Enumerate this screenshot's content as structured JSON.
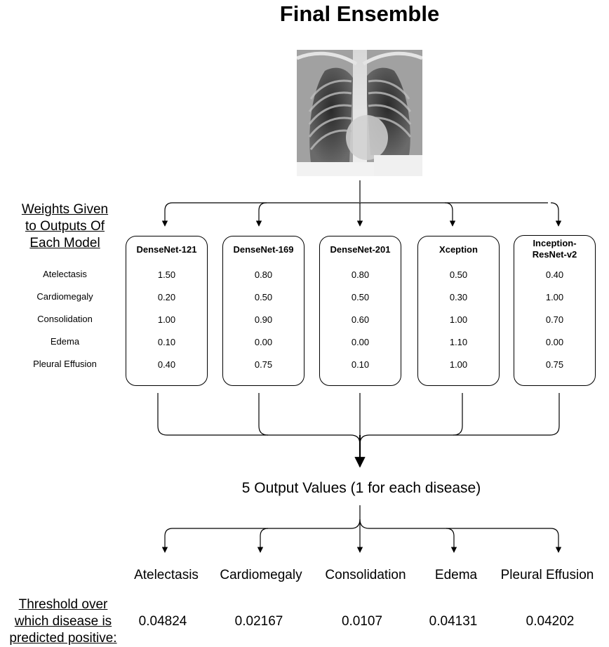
{
  "title": "Final Ensemble",
  "weights_label": [
    "Weights Given",
    "to Outputs Of",
    "Each Model"
  ],
  "row_labels": [
    "Atelectasis",
    "Cardiomegaly",
    "Consolidation",
    "Edema",
    "Pleural Effusion"
  ],
  "models": [
    {
      "name": "DenseNet-121",
      "weights": [
        "1.50",
        "0.20",
        "1.00",
        "0.10",
        "0.40"
      ]
    },
    {
      "name": "DenseNet-169",
      "weights": [
        "0.80",
        "0.50",
        "0.90",
        "0.00",
        "0.75"
      ]
    },
    {
      "name": "DenseNet-201",
      "weights": [
        "0.80",
        "0.50",
        "0.60",
        "0.00",
        "0.10"
      ]
    },
    {
      "name": "Xception",
      "weights": [
        "0.50",
        "0.30",
        "1.00",
        "1.10",
        "1.00"
      ]
    },
    {
      "name": "Inception-ResNet-v2",
      "name_lines": [
        "Inception-",
        "ResNet-v2"
      ],
      "weights": [
        "0.40",
        "1.00",
        "0.70",
        "0.00",
        "0.75"
      ]
    }
  ],
  "output_label": "5 Output Values (1 for each disease)",
  "diseases": [
    "Atelectasis",
    "Cardiomegaly",
    "Consolidation",
    "Edema",
    "Pleural Effusion"
  ],
  "threshold_label": [
    "Threshold over",
    "which disease is",
    "predicted positive:"
  ],
  "thresholds": [
    "0.04824",
    "0.02167",
    "0.0107",
    "0.04131",
    "0.04202"
  ]
}
